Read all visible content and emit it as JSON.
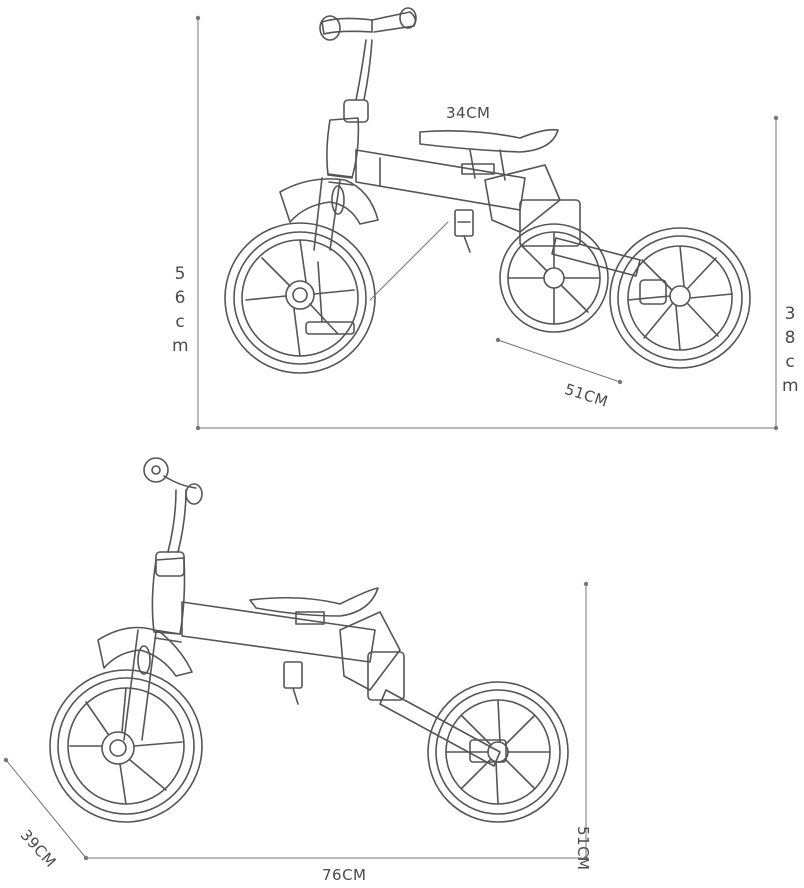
{
  "tricycle": {
    "seat_width": "34CM",
    "total_height_chars": [
      "5",
      "6",
      "c",
      "m"
    ],
    "rear_axle_width": "51CM",
    "rear_height_chars": [
      "3",
      "8",
      "c",
      "m"
    ]
  },
  "balance_bike": {
    "depth": "39CM",
    "length": "76CM",
    "height": "51CM"
  }
}
